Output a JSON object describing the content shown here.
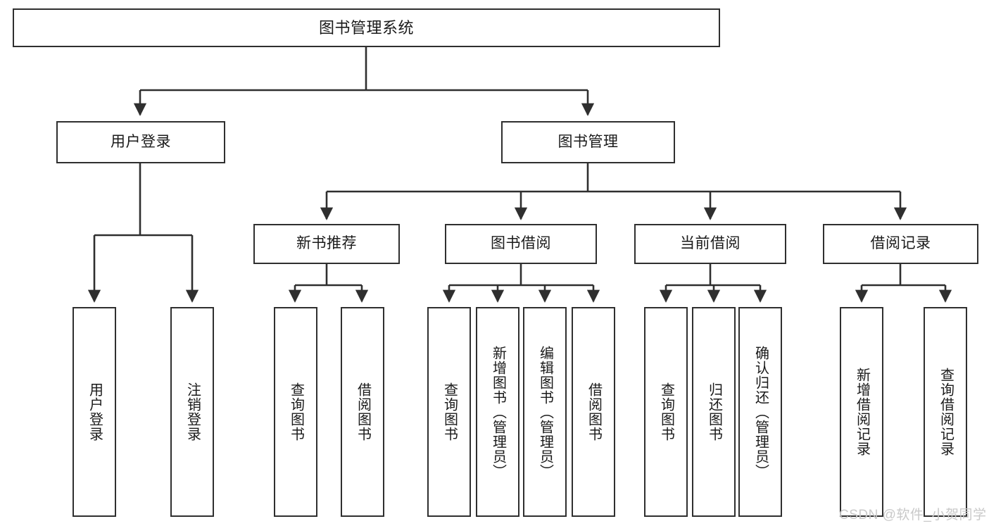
{
  "diagram": {
    "type": "tree-hierarchy",
    "title": "图书管理系统",
    "watermark": "CSDN @软件_小贺同学",
    "colors": {
      "stroke": "#2f2f2f",
      "fill": "#ffffff",
      "text": "#1a1a1a",
      "watermark": "#c9c9c9"
    },
    "nodes": {
      "root": {
        "label": "图书管理系统"
      },
      "level1": [
        {
          "id": "user-login",
          "label": "用户登录"
        },
        {
          "id": "book-manage",
          "label": "图书管理"
        }
      ],
      "level2": [
        {
          "id": "new-book-recommend",
          "label": "新书推荐"
        },
        {
          "id": "book-borrow",
          "label": "图书借阅"
        },
        {
          "id": "current-borrow",
          "label": "当前借阅"
        },
        {
          "id": "borrow-record",
          "label": "借阅记录"
        }
      ],
      "leaves": {
        "user_login": [
          {
            "id": "leaf-user-login",
            "label": "用户登录"
          },
          {
            "id": "leaf-logout-login",
            "label": "注销登录"
          }
        ],
        "new_book_recommend": [
          {
            "id": "leaf-query-book-1",
            "label": "查询图书"
          },
          {
            "id": "leaf-borrow-book-1",
            "label": "借阅图书"
          }
        ],
        "book_borrow": [
          {
            "id": "leaf-query-book-2",
            "label": "查询图书"
          },
          {
            "id": "leaf-add-book",
            "label": "新增图书（管理员）"
          },
          {
            "id": "leaf-edit-book",
            "label": "编辑图书（管理员）"
          },
          {
            "id": "leaf-borrow-book-2",
            "label": "借阅图书"
          }
        ],
        "current_borrow": [
          {
            "id": "leaf-query-book-3",
            "label": "查询图书"
          },
          {
            "id": "leaf-return-book",
            "label": "归还图书"
          },
          {
            "id": "leaf-confirm-return",
            "label": "确认归还（管理员）"
          }
        ],
        "borrow_record": [
          {
            "id": "leaf-add-record",
            "label": "新增借阅记录"
          },
          {
            "id": "leaf-query-record",
            "label": "查询借阅记录"
          }
        ]
      }
    }
  }
}
